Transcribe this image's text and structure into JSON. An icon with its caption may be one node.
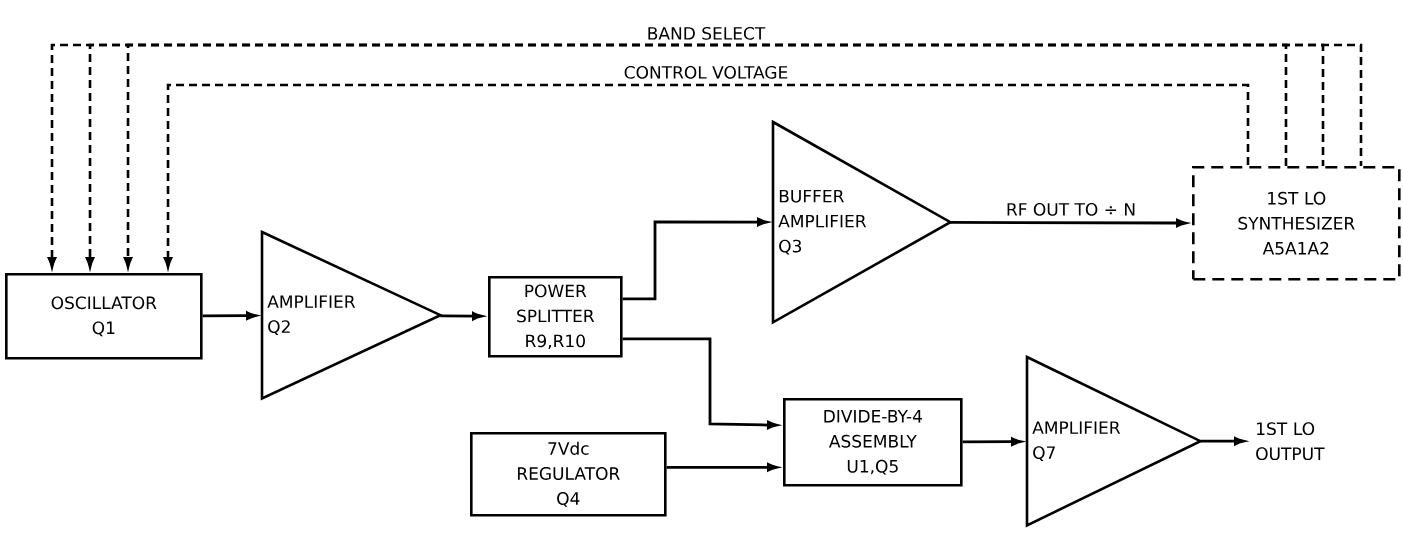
{
  "diagram": {
    "nodes": [
      {
        "text": [
          "OSCILLATOR",
          "Q1"
        ]
      },
      {
        "text": [
          "AMPLIFIER",
          "Q2"
        ]
      },
      {
        "text": [
          "POWER SPLITTER",
          "R9,R10"
        ]
      },
      {
        "text": [
          "BUFFER AMPLIFIER",
          "Q3"
        ]
      },
      {
        "text": [
          "1ST LO SYNTHESIZER",
          "A5A1A2"
        ]
      },
      {
        "text": [
          "7Vdc REGULATOR",
          "Q4"
        ]
      },
      {
        "text": [
          "DIVIDE-BY-4 ASSEMBLY",
          "U1,Q5"
        ]
      },
      {
        "text": [
          "AMPLIFIER",
          "Q7"
        ]
      },
      {
        "text": [
          "1ST LO OUTPUT"
        ]
      }
    ],
    "edges": [
      {
        "from": 0,
        "to": 1,
        "arrow": "to"
      },
      {
        "from": 1,
        "to": 2,
        "arrow": "to"
      },
      {
        "from": 2,
        "to": 3,
        "arrow": "to"
      },
      {
        "from": 2,
        "to": 6,
        "arrow": "to"
      },
      {
        "from": 3,
        "to": 4,
        "arrow": "to",
        "label": "RF OUT TO ÷ N"
      },
      {
        "from": 5,
        "to": 6,
        "arrow": "to"
      },
      {
        "from": 6,
        "to": 7,
        "arrow": "to"
      },
      {
        "from": 7,
        "to": 8,
        "arrow": "to"
      },
      {
        "from": 4,
        "to": 0,
        "arrow": "to",
        "style": "dashed",
        "label": "BAND SELECT"
      },
      {
        "from": 4,
        "to": 0,
        "arrow": "to",
        "style": "dashed"
      },
      {
        "from": 4,
        "to": 0,
        "arrow": "to",
        "style": "dashed"
      },
      {
        "from": 4,
        "to": 0,
        "arrow": "to",
        "style": "dashed",
        "label": "CONTROL VOLTAGE"
      }
    ]
  }
}
